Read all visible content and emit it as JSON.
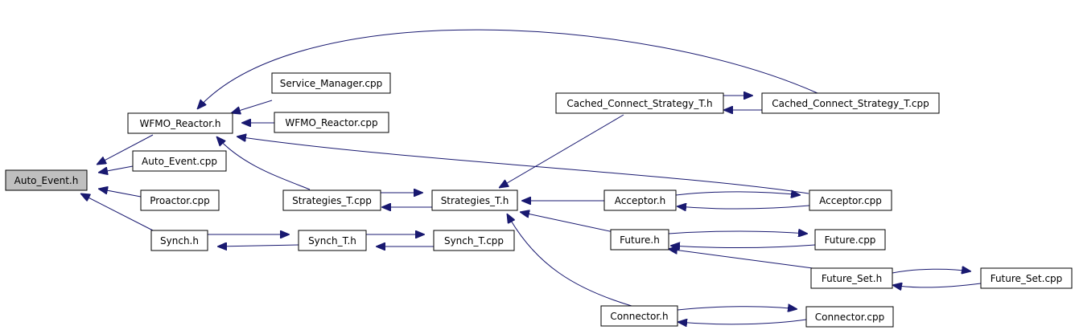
{
  "colors": {
    "edge": "#191970",
    "root_fill": "#bfbfbf",
    "node_fill": "#ffffff",
    "node_border": "#000000"
  },
  "nodes": {
    "auto_event_h": "Auto_Event.h",
    "wfmo_reactor_h": "WFMO_Reactor.h",
    "auto_event_cpp": "Auto_Event.cpp",
    "proactor_cpp": "Proactor.cpp",
    "synch_h": "Synch.h",
    "service_manager_cpp": "Service_Manager.cpp",
    "wfmo_reactor_cpp": "WFMO_Reactor.cpp",
    "strategies_t_cpp": "Strategies_T.cpp",
    "synch_t_h": "Synch_T.h",
    "strategies_t_h": "Strategies_T.h",
    "synch_t_cpp": "Synch_T.cpp",
    "cached_connect_strategy_t_h": "Cached_Connect_Strategy_T.h",
    "acceptor_h": "Acceptor.h",
    "future_h": "Future.h",
    "connector_h": "Connector.h",
    "cached_connect_strategy_t_cpp": "Cached_Connect_Strategy_T.cpp",
    "acceptor_cpp": "Acceptor.cpp",
    "future_cpp": "Future.cpp",
    "future_set_h": "Future_Set.h",
    "connector_cpp": "Connector.cpp",
    "future_set_cpp": "Future_Set.cpp"
  },
  "edges": [
    {
      "from": "wfmo_reactor_h",
      "to": "auto_event_h"
    },
    {
      "from": "auto_event_cpp",
      "to": "auto_event_h"
    },
    {
      "from": "proactor_cpp",
      "to": "auto_event_h"
    },
    {
      "from": "synch_h",
      "to": "auto_event_h"
    },
    {
      "from": "service_manager_cpp",
      "to": "wfmo_reactor_h"
    },
    {
      "from": "wfmo_reactor_cpp",
      "to": "wfmo_reactor_h"
    },
    {
      "from": "cached_connect_strategy_t_cpp",
      "to": "wfmo_reactor_h"
    },
    {
      "from": "strategies_t_cpp",
      "to": "wfmo_reactor_h"
    },
    {
      "from": "acceptor_cpp",
      "to": "wfmo_reactor_h"
    },
    {
      "from": "synch_t_h",
      "to": "synch_h"
    },
    {
      "from": "synch_h",
      "to": "synch_t_h"
    },
    {
      "from": "synch_t_cpp",
      "to": "synch_t_h"
    },
    {
      "from": "synch_t_h",
      "to": "synch_t_cpp"
    },
    {
      "from": "strategies_t_h",
      "to": "strategies_t_cpp"
    },
    {
      "from": "strategies_t_cpp",
      "to": "strategies_t_h"
    },
    {
      "from": "cached_connect_strategy_t_h",
      "to": "strategies_t_h"
    },
    {
      "from": "acceptor_h",
      "to": "strategies_t_h"
    },
    {
      "from": "future_h",
      "to": "strategies_t_h"
    },
    {
      "from": "connector_h",
      "to": "strategies_t_h"
    },
    {
      "from": "cached_connect_strategy_t_cpp",
      "to": "cached_connect_strategy_t_h"
    },
    {
      "from": "cached_connect_strategy_t_h",
      "to": "cached_connect_strategy_t_cpp"
    },
    {
      "from": "acceptor_cpp",
      "to": "acceptor_h"
    },
    {
      "from": "acceptor_h",
      "to": "acceptor_cpp"
    },
    {
      "from": "future_cpp",
      "to": "future_h"
    },
    {
      "from": "future_h",
      "to": "future_cpp"
    },
    {
      "from": "future_set_h",
      "to": "future_h"
    },
    {
      "from": "future_set_cpp",
      "to": "future_set_h"
    },
    {
      "from": "future_set_h",
      "to": "future_set_cpp"
    },
    {
      "from": "connector_cpp",
      "to": "connector_h"
    },
    {
      "from": "connector_h",
      "to": "connector_cpp"
    }
  ]
}
